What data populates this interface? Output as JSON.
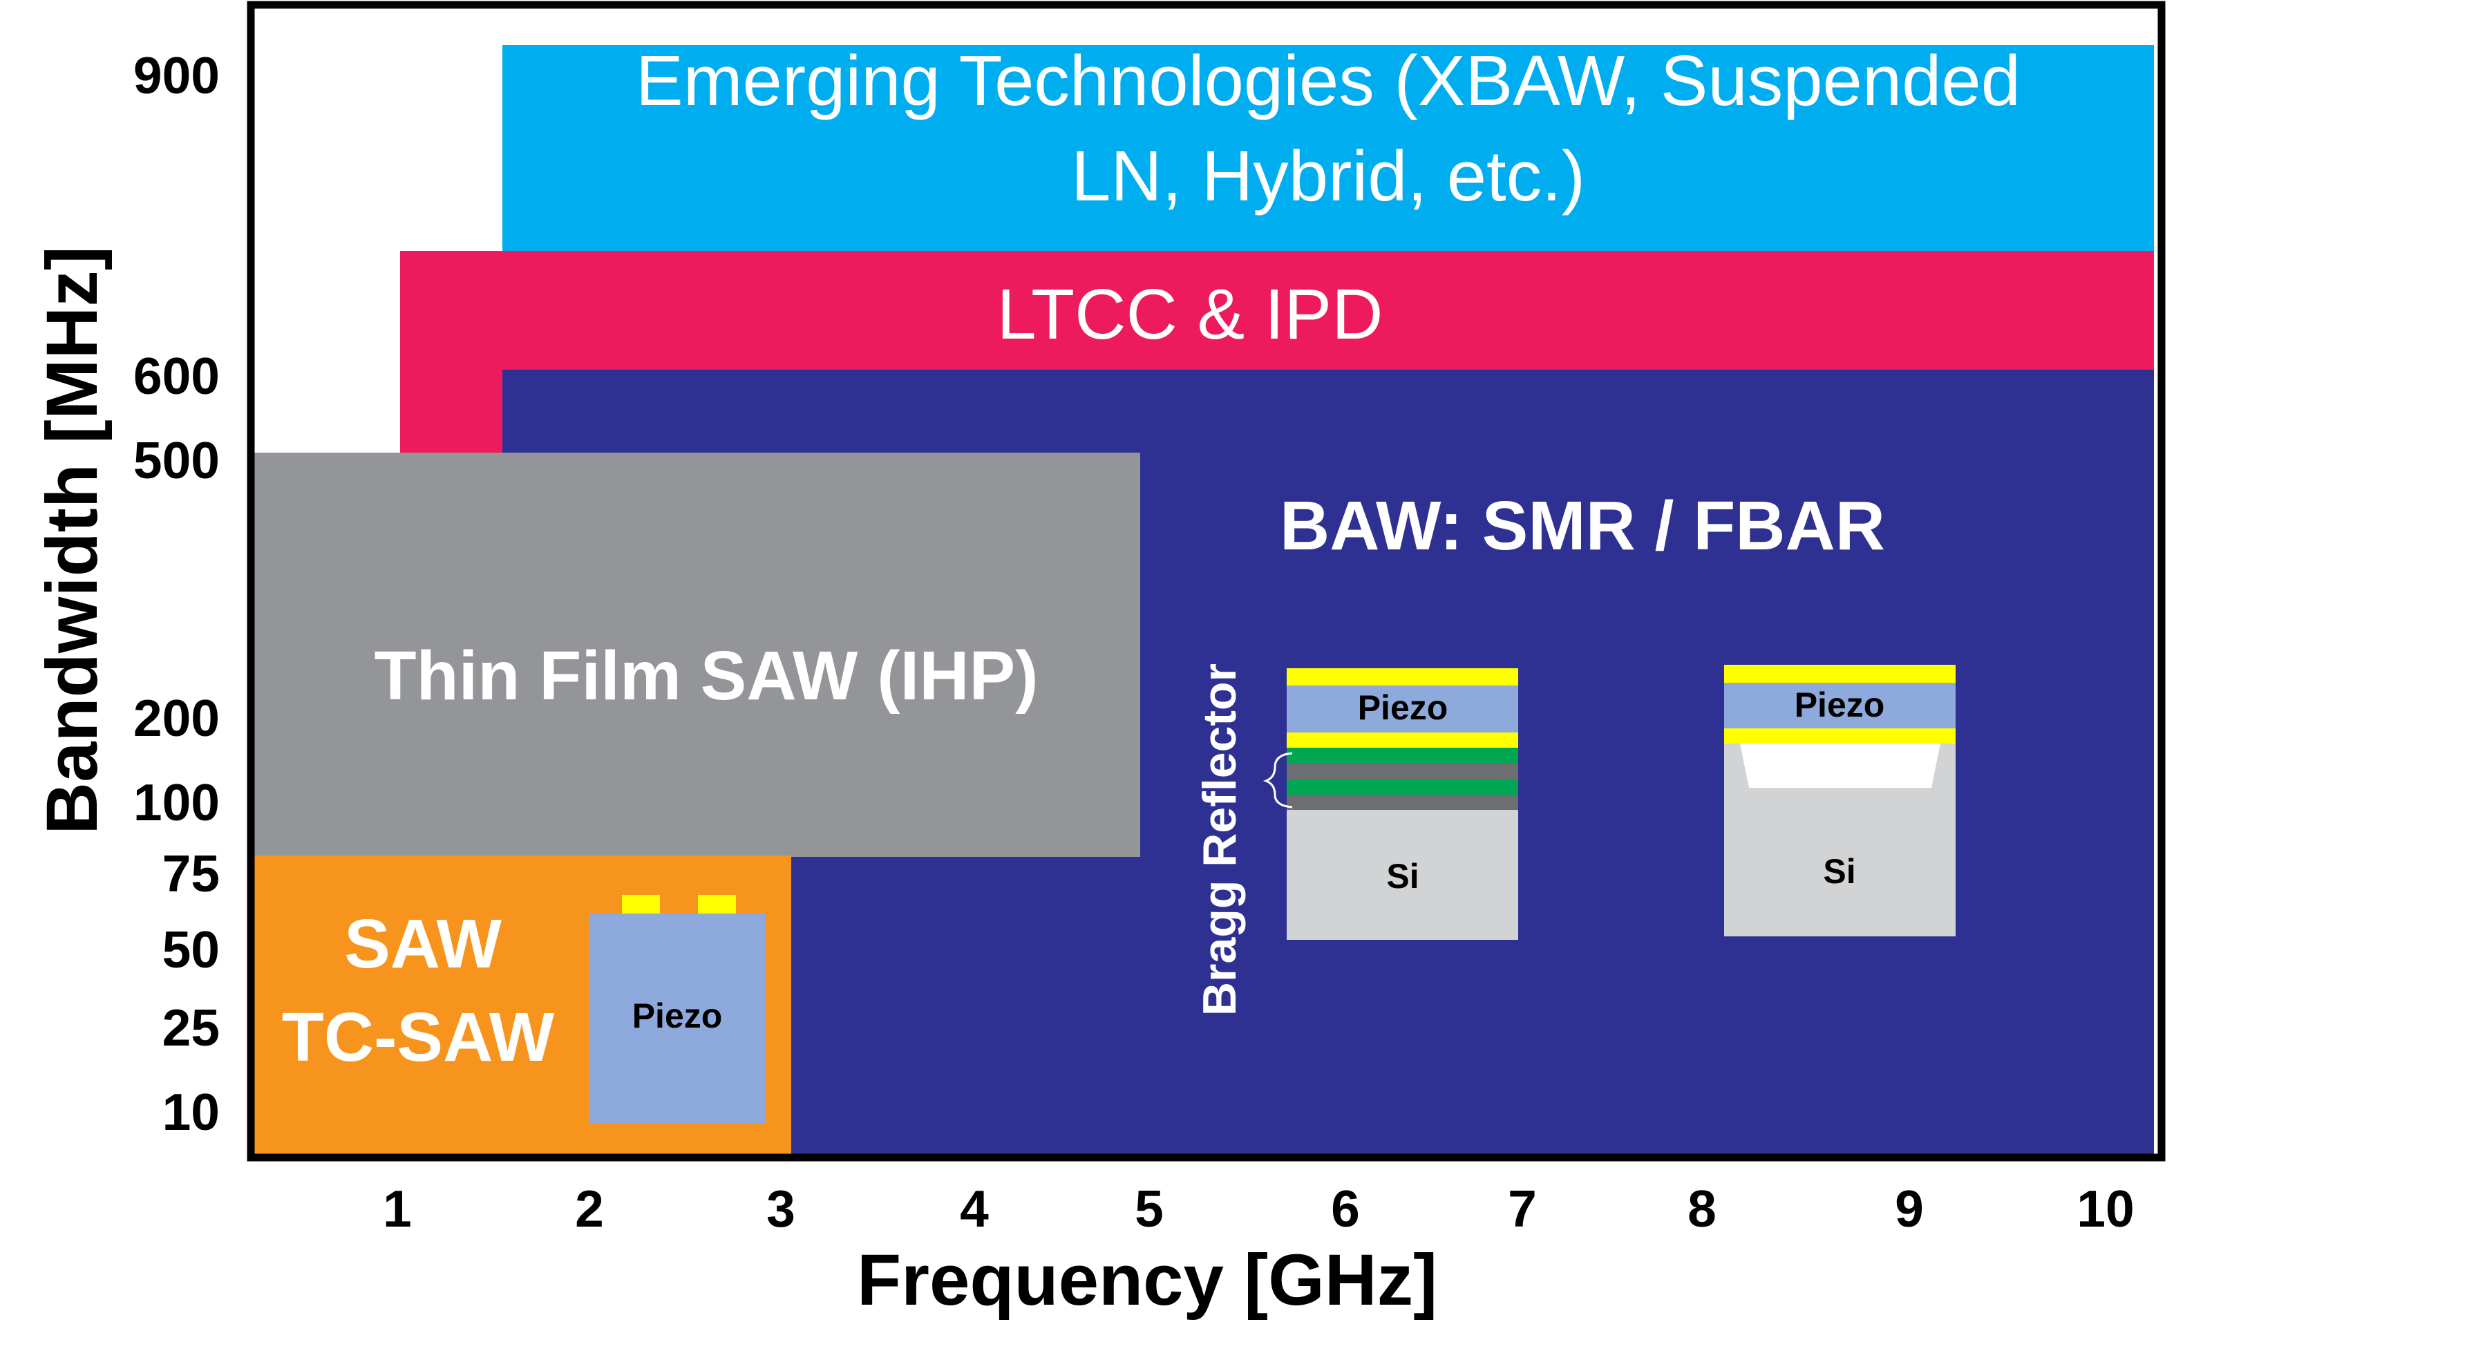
{
  "chart_data": {
    "type": "diagram",
    "xlabel": "Frequency [GHz]",
    "ylabel": "Bandwidth [MHz]",
    "x_ticks": [
      "1",
      "2",
      "3",
      "4",
      "5",
      "6",
      "7",
      "8",
      "9",
      "10"
    ],
    "y_ticks": [
      "900",
      "600",
      "500",
      "200",
      "100",
      "75",
      "50",
      "25",
      "10"
    ],
    "regions": [
      {
        "id": "emerging",
        "label": "Emerging Technologies (XBAW, Suspended LN, Hybrid, etc.)",
        "color": "#00AEEF"
      },
      {
        "id": "ltcc",
        "label": "LTCC & IPD",
        "color": "#ED1A5E"
      },
      {
        "id": "baw",
        "label": "BAW: SMR / FBAR",
        "color": "#2E3192"
      },
      {
        "id": "tfsaw",
        "label": "Thin Film SAW (IHP)",
        "color": "#939598"
      },
      {
        "id": "saw",
        "label_line1": "SAW",
        "label_line2": "TC-SAW",
        "color": "#F7941D"
      }
    ],
    "saw_stack": {
      "piezo": "Piezo",
      "colors": {
        "piezo": "#8EA9DB",
        "electrode": "#FFFF00"
      }
    },
    "smr_stack": {
      "piezo": "Piezo",
      "substrate": "Si",
      "reflector": "Bragg Reflector",
      "colors": {
        "electrode": "#FFFF00",
        "piezo": "#8EA9DB",
        "bragg_a": "#00A651",
        "bragg_b": "#6D6E71",
        "substrate": "#D1D3D4"
      }
    },
    "fbar_stack": {
      "piezo": "Piezo",
      "substrate": "Si",
      "colors": {
        "electrode": "#FFFF00",
        "piezo": "#8EA9DB",
        "cavity": "#ffffff",
        "substrate": "#D1D3D4"
      }
    }
  }
}
